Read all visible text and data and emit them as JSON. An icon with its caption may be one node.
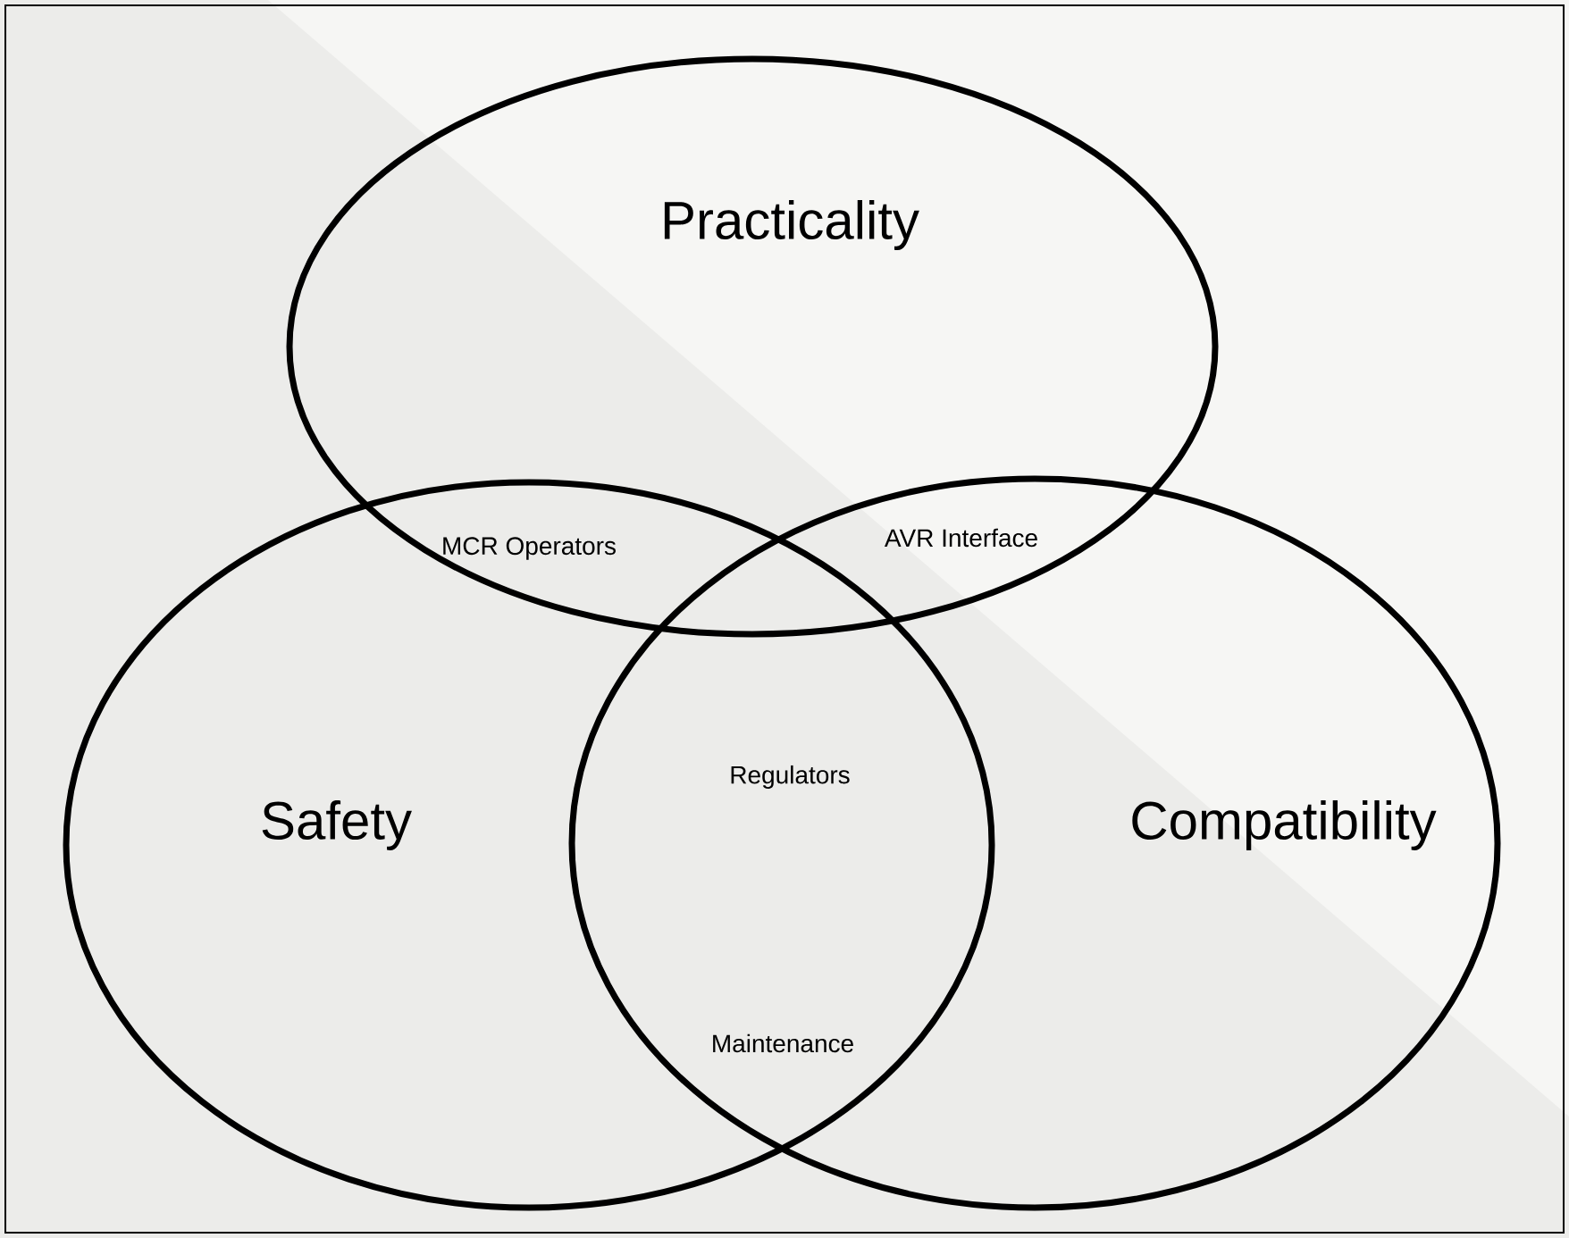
{
  "diagram": {
    "nodes": [
      {
        "text": [
          "Practicality"
        ]
      },
      {
        "text": [
          "Safety"
        ]
      },
      {
        "text": [
          "Compatibility"
        ]
      }
    ],
    "labels": [
      "MCR Operators",
      "AVR Interface",
      "Regulators",
      "Maintenance"
    ]
  }
}
